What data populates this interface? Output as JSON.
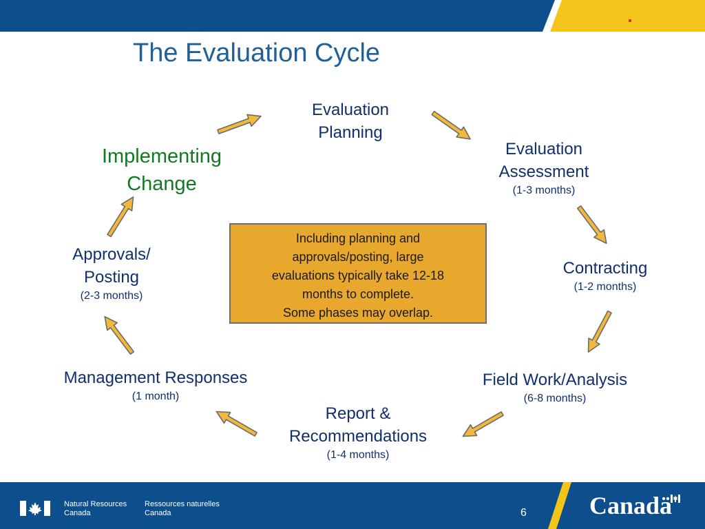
{
  "slide": {
    "title": "The Evaluation Cycle",
    "page_number": "6"
  },
  "nodes": {
    "evaluation_planning": {
      "line1": "Evaluation",
      "line2": "Planning"
    },
    "evaluation_assessment": {
      "line1": "Evaluation",
      "line2": "Assessment",
      "duration": "(1-3 months)"
    },
    "contracting": {
      "line1": "Contracting",
      "duration": "(1-2 months)"
    },
    "field_work": {
      "line1": "Field Work/Analysis",
      "duration": "(6-8 months)"
    },
    "report": {
      "line1": "Report &",
      "line2": "Recommendations",
      "duration": "(1-4 months)"
    },
    "management_responses": {
      "line1": "Management Responses",
      "duration": "(1 month)"
    },
    "approvals_posting": {
      "line1": "Approvals/",
      "line2": "Posting",
      "duration": "(2-3 months)"
    },
    "implementing_change": {
      "line1": "Implementing",
      "line2": "Change"
    }
  },
  "center_note": {
    "lines": [
      "Including planning and",
      "approvals/posting, large",
      "evaluations typically take 12-18",
      "months to complete.",
      "Some phases may overlap."
    ]
  },
  "footer": {
    "org_en_1": "Natural Resources",
    "org_en_2": "Canada",
    "org_fr_1": "Ressources naturelles",
    "org_fr_2": "Canada",
    "wordmark": "Canadä"
  },
  "colors": {
    "header_blue": "#0c4f8c",
    "accent_yellow": "#f4c41a",
    "title_blue": "#1f5f9a",
    "node_navy": "#0f2f6e",
    "implementing_green": "#117a1e",
    "note_box_fill": "#e8a82e",
    "arrow_fill": "#f1b93b"
  },
  "icons": {
    "flag": "canada-flag-icon",
    "arrow": "cycle-arrow-icon"
  }
}
